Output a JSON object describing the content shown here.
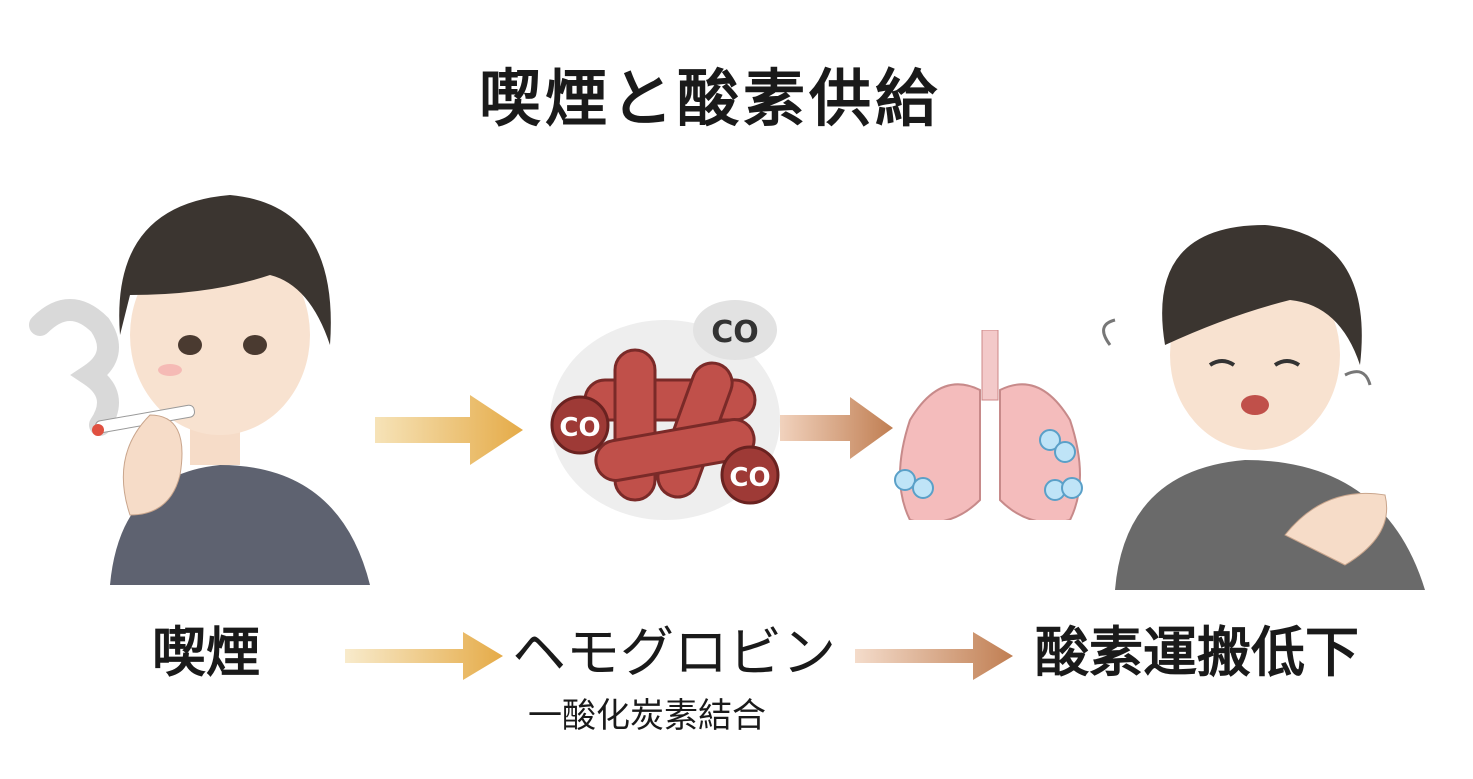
{
  "title": "喫煙と酸素供給",
  "steps": [
    {
      "label": "喫煙"
    },
    {
      "label": "ヘモグロビン",
      "sublabel": "一酸化炭素結合"
    },
    {
      "label": "酸素運搬低下"
    }
  ],
  "molecule_label": "CO",
  "colors": {
    "arrow_gold": "#e8b65a",
    "arrow_brown": "#c98a5c",
    "hemoglobin": "#b9463f",
    "lung": "#f2b8b8"
  }
}
